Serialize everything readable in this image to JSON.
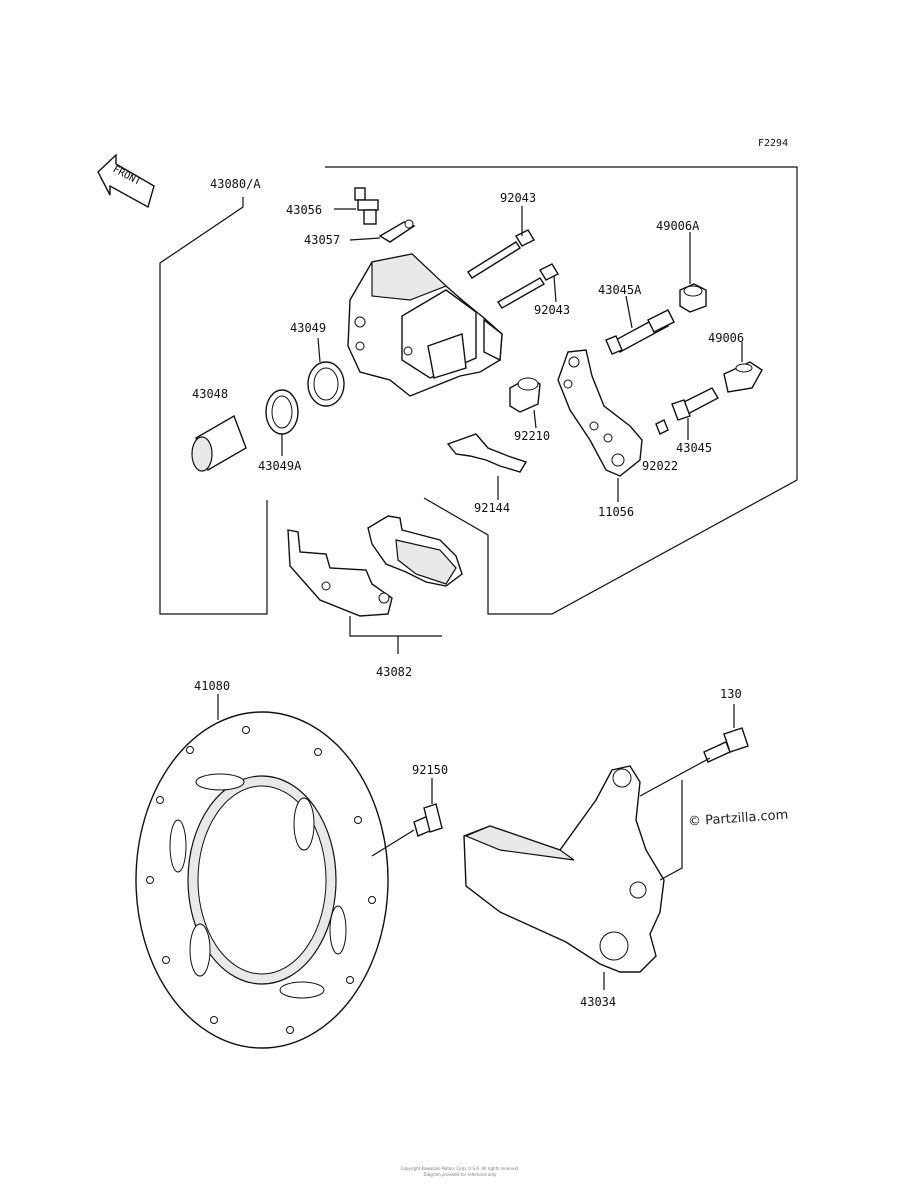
{
  "diagram": {
    "figure_code": "F2294",
    "front_label": "FRONT",
    "watermark": "© Partzilla.com",
    "footer_line1": "Copyright Kawasaki Motors Corp. U.S.A. All rights reserved.",
    "footer_line2": "Diagram provided for reference only"
  },
  "labels": {
    "l43080A": "43080/A",
    "l43056": "43056",
    "l43057": "43057",
    "l92043a": "92043",
    "l92043b": "92043",
    "l49006A": "49006A",
    "l43045A": "43045A",
    "l49006": "49006",
    "l43049": "43049",
    "l43048": "43048",
    "l43049A": "43049A",
    "l92210": "92210",
    "l43045": "43045",
    "l92022": "92022",
    "l92144": "92144",
    "l11056": "11056",
    "l43082": "43082",
    "l41080": "41080",
    "l92150": "92150",
    "l130": "130",
    "l43034": "43034"
  }
}
